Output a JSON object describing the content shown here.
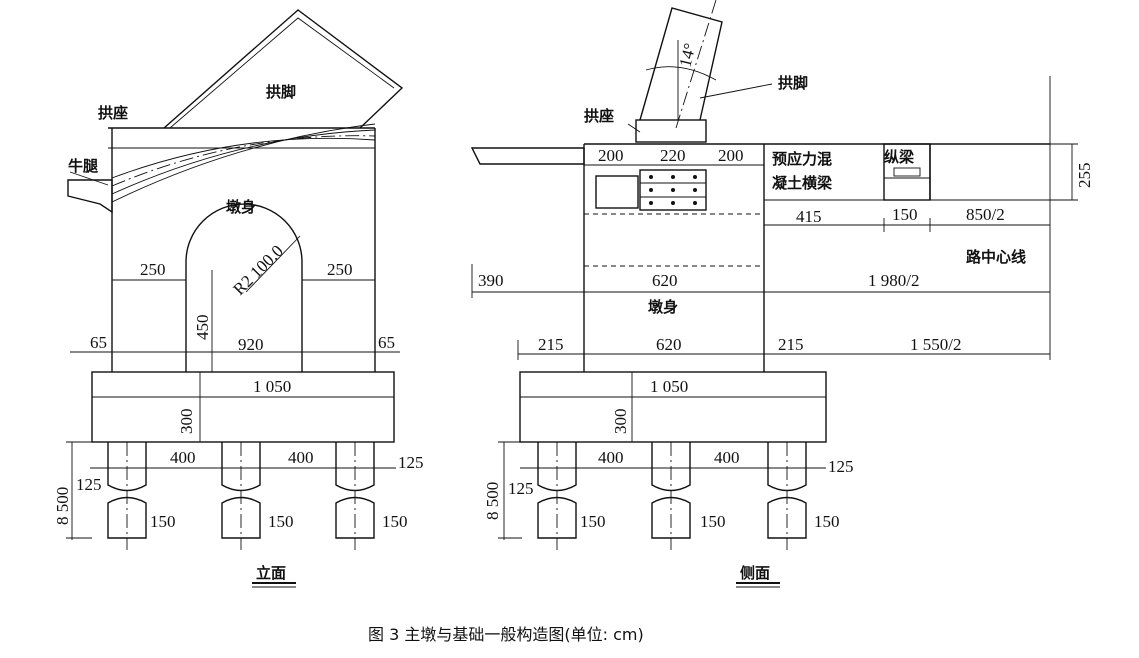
{
  "caption": "图 3   主墩与基础一般构造图(单位: cm)",
  "elevation": {
    "view_title": "立面",
    "labels": {
      "arch_foot": "拱脚",
      "arch_seat": "拱座",
      "corbel": "牛腿",
      "pier_body": "墩身",
      "radius": "R2 100.0"
    },
    "dims": {
      "side_left": "250",
      "side_right": "250",
      "opening_height": "450",
      "edge_left": "65",
      "opening_width": "920",
      "edge_right": "65",
      "cap_width": "1 050",
      "cap_height": "300",
      "pile_spacing_1": "400",
      "pile_spacing_2": "400",
      "edge_pile_right": "125",
      "edge_pile_left": "125",
      "pile_length": "8 500",
      "pile_dia_1": "150",
      "pile_dia_2": "150",
      "pile_dia_3": "150"
    }
  },
  "side": {
    "view_title": "侧面",
    "labels": {
      "arch_seat": "拱座",
      "arch_foot": "拱脚",
      "angle": "14°",
      "cross_beam_1": "预应力混",
      "cross_beam_2": "凝土横梁",
      "long_beam": "纵梁",
      "road_center": "路中心线",
      "pier_body": "墩身"
    },
    "dims": {
      "seat_1": "200",
      "seat_2": "220",
      "seat_3": "200",
      "beam_height": "255",
      "d415": "415",
      "d150": "150",
      "d850": "850/2",
      "d390": "390",
      "d620a": "620",
      "d1980": "1 980/2",
      "d215a": "215",
      "d620b": "620",
      "d215b": "215",
      "d1550": "1 550/2",
      "cap_width": "1 050",
      "cap_height": "300",
      "pile_spacing_1": "400",
      "pile_spacing_2": "400",
      "edge_pile_right": "125",
      "edge_pile_left": "125",
      "pile_length": "8 500",
      "pile_dia_1": "150",
      "pile_dia_2": "150",
      "pile_dia_3": "150"
    }
  }
}
